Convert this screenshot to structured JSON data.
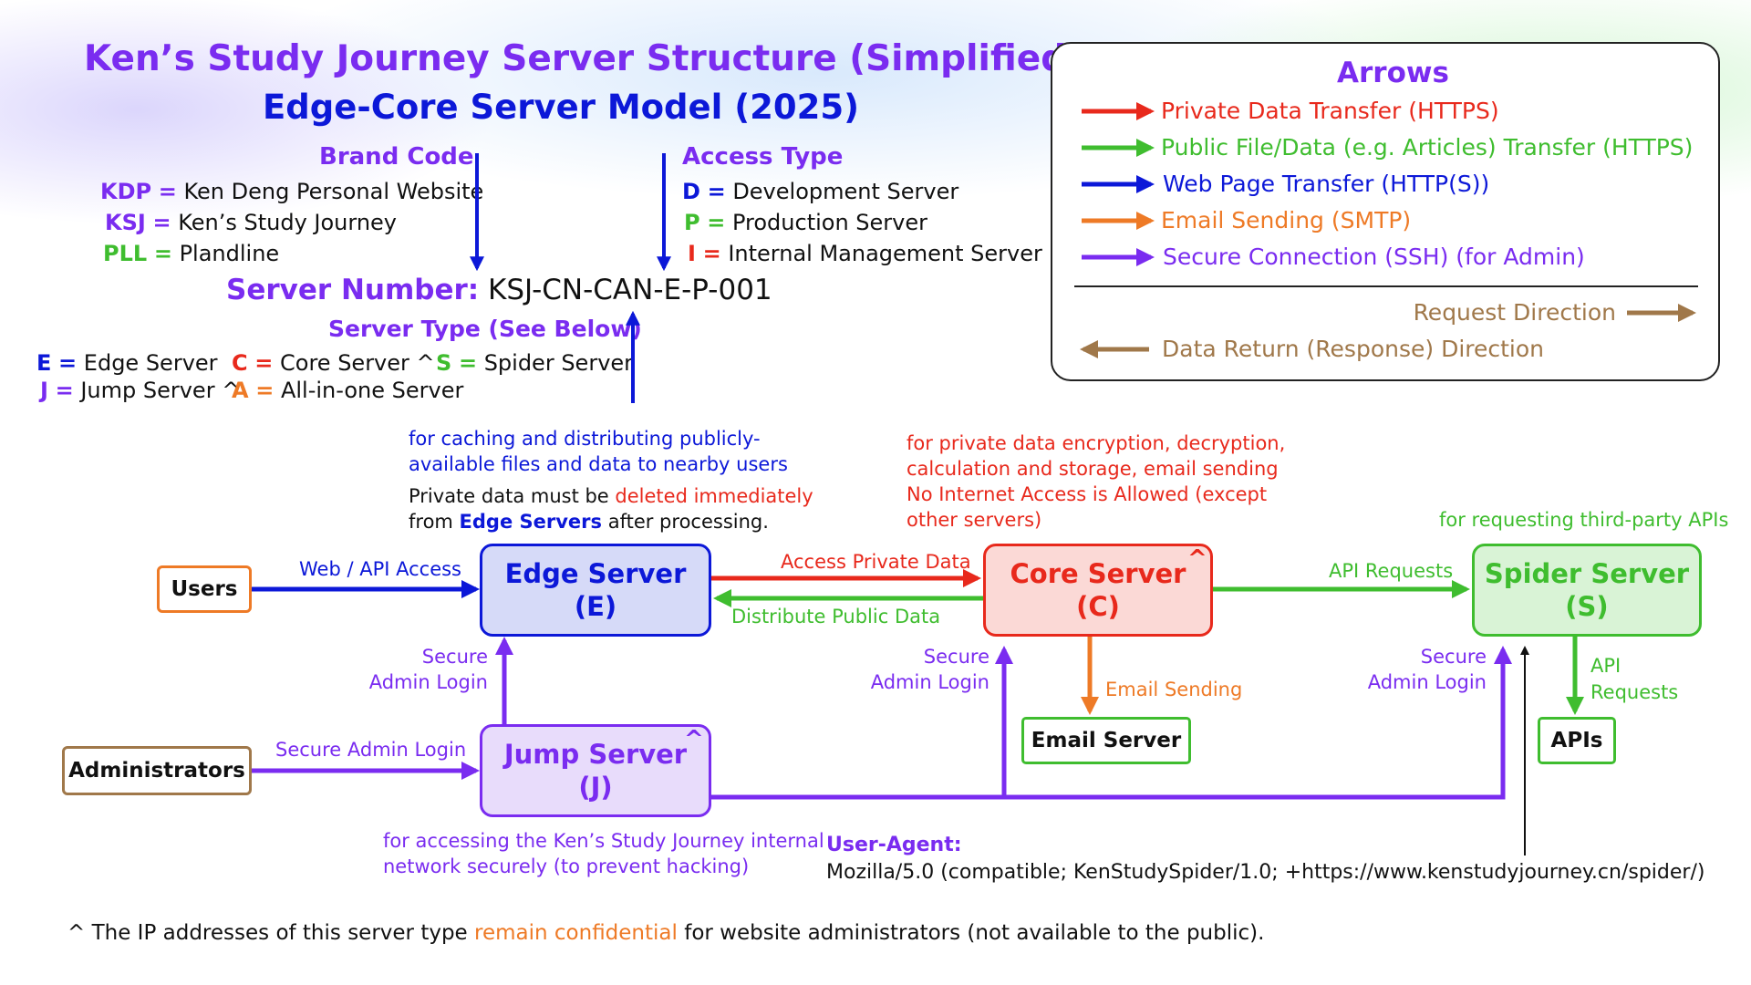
{
  "title": "Ken’s Study Journey Server Structure (Simplified)",
  "subtitle": "Edge-Core Server Model (2025)",
  "brand_code": {
    "heading": "Brand Code",
    "items": [
      {
        "code": "KDP",
        "eq": "=",
        "meaning": "Ken Deng Personal Website",
        "color": "#7a2cf0"
      },
      {
        "code": "KSJ",
        "eq": "=",
        "meaning": "Ken’s Study Journey",
        "color": "#7a2cf0"
      },
      {
        "code": "PLL",
        "eq": "=",
        "meaning": "Plandline",
        "color": "#3fbd2f"
      }
    ]
  },
  "access_type": {
    "heading": "Access Type",
    "items": [
      {
        "code": "D",
        "eq": "=",
        "meaning": "Development Server",
        "color": "#0c18d8"
      },
      {
        "code": "P",
        "eq": "=",
        "meaning": "Production Server",
        "color": "#3fbd2f"
      },
      {
        "code": "I",
        "eq": "=",
        "meaning": "Internal Management Server",
        "color": "#e8291c"
      }
    ]
  },
  "server_number": {
    "label": "Server Number:",
    "value": "KSJ-CN-CAN-E-P-001"
  },
  "server_type": {
    "heading": "Server Type (See Below)",
    "items": [
      {
        "code": "E",
        "eq": "=",
        "meaning": "Edge Server",
        "color": "#0c18d8"
      },
      {
        "code": "C",
        "eq": "=",
        "meaning": "Core Server ^",
        "color": "#e8291c"
      },
      {
        "code": "S",
        "eq": "=",
        "meaning": "Spider Server",
        "color": "#3fbd2f"
      },
      {
        "code": "J",
        "eq": "=",
        "meaning": "Jump Server ^",
        "color": "#7a2cf0"
      },
      {
        "code": "A",
        "eq": "=",
        "meaning": "All-in-one Server",
        "color": "#ee7a26"
      }
    ]
  },
  "legend": {
    "title": "Arrows",
    "items": [
      {
        "label": "Private Data Transfer (HTTPS)",
        "color": "#e8291c"
      },
      {
        "label": "Public File/Data (e.g. Articles) Transfer (HTTPS)",
        "color": "#3fbd2f"
      },
      {
        "label": "Web Page Transfer (HTTP(S))",
        "color": "#0c18d8"
      },
      {
        "label": "Email Sending (SMTP)",
        "color": "#ee7a26"
      },
      {
        "label": "Secure Connection (SSH) (for Admin)",
        "color": "#7a2cf0"
      }
    ],
    "request_direction": "Request Direction",
    "response_direction": "Data Return (Response) Direction",
    "direction_color": "#a0784a"
  },
  "notes": {
    "edge_desc_1": "for caching and distributing publicly-",
    "edge_desc_2": "available files and data to nearby users",
    "private_1_a": "Private data must be ",
    "private_1_b": "deleted immediately",
    "private_2_a": "from ",
    "private_2_b": "Edge Servers",
    "private_2_c": " after processing.",
    "core_desc": [
      "for private data encryption, decryption,",
      "calculation and storage, email sending",
      "No Internet Access is Allowed (except",
      "other servers)"
    ],
    "spider_desc": "for requesting third-party APIs",
    "jump_desc_1": "for accessing the Ken’s Study Journey internal",
    "jump_desc_2": "network securely (to prevent hacking)",
    "user_agent_label": "User-Agent:",
    "user_agent_value": "Mozilla/5.0 (compatible; KenStudySpider/1.0; +https://www.kenstudyjourney.cn/spider/)",
    "footnote_a": "^ The IP addresses of this server type ",
    "footnote_b": "remain confidential",
    "footnote_c": " for website administrators (not available to the public)."
  },
  "nodes": {
    "users": "Users",
    "administrators": "Administrators",
    "edge": {
      "name": "Edge Server",
      "code": "(E)"
    },
    "core": {
      "name": "Core Server",
      "code": "(C)",
      "mark": "^"
    },
    "spider": {
      "name": "Spider Server",
      "code": "(S)"
    },
    "jump": {
      "name": "Jump Server",
      "code": "(J)",
      "mark": "^"
    },
    "email": "Email Server",
    "apis": "APIs"
  },
  "arrow_labels": {
    "web_api_access": "Web / API Access",
    "access_private_data": "Access Private Data",
    "distribute_public_data": "Distribute Public Data",
    "api_requests": "API Requests",
    "secure_admin_login": "Secure Admin Login",
    "secure": "Secure",
    "admin_login": "Admin Login",
    "email_sending": "Email Sending",
    "api": "API",
    "requests": "Requests"
  }
}
